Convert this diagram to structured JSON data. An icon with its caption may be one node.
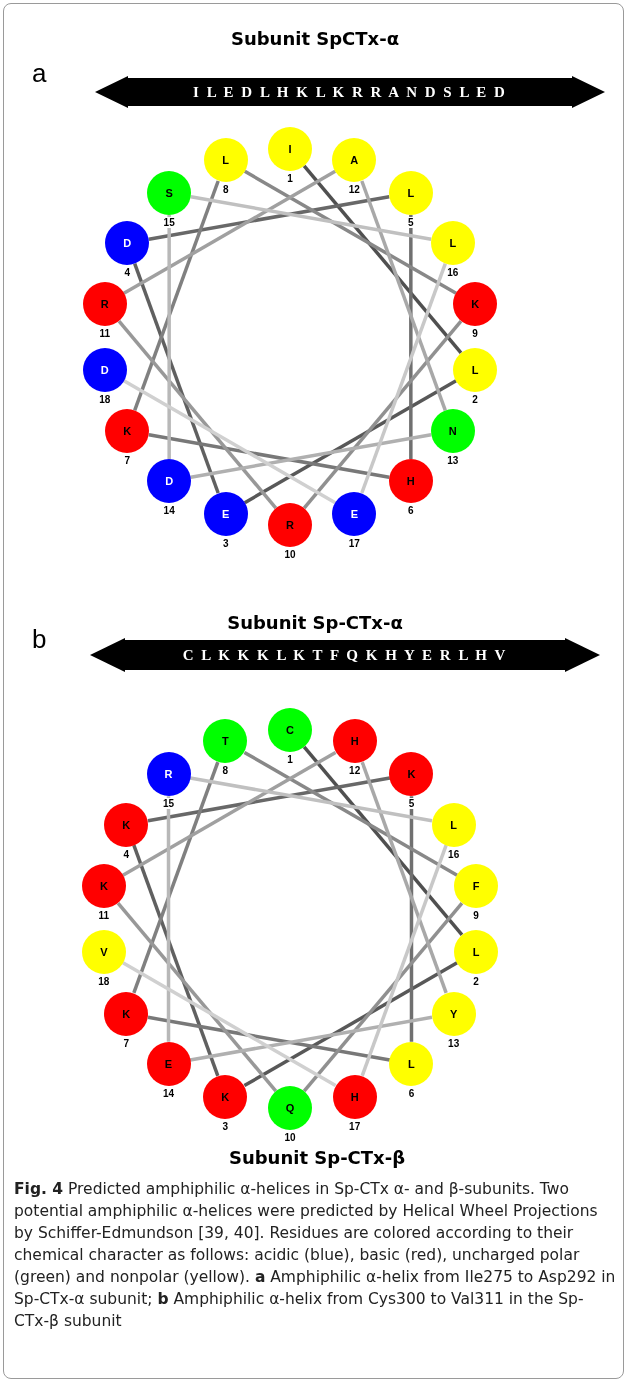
{
  "diagram": {
    "caption": "**Fig. 4** Predicted amphiphilic α-helices in Sp-CTx α- and β-subunits. Two potential amphiphilic α-helices were predicted by Helical Wheel Projections by Schiffer-Edmundson [39, 40]. Residues are colored according to their chemical character as follows: acidic (blue), basic (red), uncharged polar (green) and nonpolar (yellow). **a** Amphiphilic α-helix from Ile275 to Asp292 in Sp-CTx-α subunit; **b** Amphiphilic α-helix from Cys300 to Val311 in the Sp-CTx-β subunit",
    "nodes": [
      {
        "text": [
          "I L E D L H K L K R R A N D S L E D"
        ]
      },
      {
        "text": [
          "I"
        ],
        "beside": [
          "1"
        ]
      },
      {
        "text": [
          "L"
        ],
        "beside": [
          "2"
        ]
      },
      {
        "text": [
          "E"
        ],
        "beside": [
          "3"
        ]
      },
      {
        "text": [
          "D"
        ],
        "beside": [
          "4"
        ]
      },
      {
        "text": [
          "L"
        ],
        "beside": [
          "5"
        ]
      },
      {
        "text": [
          "H"
        ],
        "beside": [
          "6"
        ]
      },
      {
        "text": [
          "K"
        ],
        "beside": [
          "7"
        ]
      },
      {
        "text": [
          "L"
        ],
        "beside": [
          "8"
        ]
      },
      {
        "text": [
          "K"
        ],
        "beside": [
          "9"
        ]
      },
      {
        "text": [
          "R"
        ],
        "beside": [
          "10"
        ]
      },
      {
        "text": [
          "R"
        ],
        "beside": [
          "11"
        ]
      },
      {
        "text": [
          "A"
        ],
        "beside": [
          "12"
        ]
      },
      {
        "text": [
          "N"
        ],
        "beside": [
          "13"
        ]
      },
      {
        "text": [
          "D"
        ],
        "beside": [
          "14"
        ]
      },
      {
        "text": [
          "S"
        ],
        "beside": [
          "15"
        ]
      },
      {
        "text": [
          "L"
        ],
        "beside": [
          "16"
        ]
      },
      {
        "text": [
          "E"
        ],
        "beside": [
          "17"
        ]
      },
      {
        "text": [
          "D"
        ],
        "beside": [
          "18"
        ]
      },
      {
        "text": [
          "C L K K K L K T F Q K H Y E R L H V"
        ]
      },
      {
        "text": [
          "C"
        ],
        "beside": [
          "1"
        ]
      },
      {
        "text": [
          "L"
        ],
        "beside": [
          "2"
        ]
      },
      {
        "text": [
          "K"
        ],
        "beside": [
          "3"
        ]
      },
      {
        "text": [
          "K"
        ],
        "beside": [
          "4"
        ]
      },
      {
        "text": [
          "K"
        ],
        "beside": [
          "5"
        ]
      },
      {
        "text": [
          "L"
        ],
        "beside": [
          "6"
        ]
      },
      {
        "text": [
          "K"
        ],
        "beside": [
          "7"
        ]
      },
      {
        "text": [
          "T"
        ],
        "beside": [
          "8"
        ]
      },
      {
        "text": [
          "F"
        ],
        "beside": [
          "9"
        ]
      },
      {
        "text": [
          "Q"
        ],
        "beside": [
          "10"
        ]
      },
      {
        "text": [
          "K"
        ],
        "beside": [
          "11"
        ]
      },
      {
        "text": [
          "H"
        ],
        "beside": [
          "12"
        ]
      },
      {
        "text": [
          "Y"
        ],
        "beside": [
          "13"
        ]
      },
      {
        "text": [
          "E"
        ],
        "beside": [
          "14"
        ]
      },
      {
        "text": [
          "R"
        ],
        "beside": [
          "15"
        ]
      },
      {
        "text": [
          "L"
        ],
        "beside": [
          "16"
        ]
      },
      {
        "text": [
          "H"
        ],
        "beside": [
          "17"
        ]
      },
      {
        "text": [
          "V"
        ],
        "beside": [
          "18"
        ]
      }
    ],
    "edges": [
      {
        "from": 1,
        "to": 2,
        "arrow": "none",
        "color": "#505050"
      },
      {
        "from": 2,
        "to": 3,
        "arrow": "none",
        "color": "#585858"
      },
      {
        "from": 3,
        "to": 4,
        "arrow": "none",
        "color": "#606060"
      },
      {
        "from": 4,
        "to": 5,
        "arrow": "none",
        "color": "#686868"
      },
      {
        "from": 5,
        "to": 6,
        "arrow": "none",
        "color": "#707070"
      },
      {
        "from": 6,
        "to": 7,
        "arrow": "none",
        "color": "#787878"
      },
      {
        "from": 7,
        "to": 8,
        "arrow": "none",
        "color": "#808080"
      },
      {
        "from": 8,
        "to": 9,
        "arrow": "none",
        "color": "#888888"
      },
      {
        "from": 9,
        "to": 10,
        "arrow": "none",
        "color": "#909090"
      },
      {
        "from": 10,
        "to": 11,
        "arrow": "none",
        "color": "#989898"
      },
      {
        "from": 11,
        "to": 12,
        "arrow": "none",
        "color": "#a0a0a0"
      },
      {
        "from": 12,
        "to": 13,
        "arrow": "none",
        "color": "#a8a8a8"
      },
      {
        "from": 13,
        "to": 14,
        "arrow": "none",
        "color": "#b0b0b0"
      },
      {
        "from": 14,
        "to": 15,
        "arrow": "none",
        "color": "#b8b8b8"
      },
      {
        "from": 15,
        "to": 16,
        "arrow": "none",
        "color": "#c0c0c0"
      },
      {
        "from": 16,
        "to": 17,
        "arrow": "none",
        "color": "#c8c8c8"
      },
      {
        "from": 17,
        "to": 18,
        "arrow": "none",
        "color": "#d0d0d0"
      },
      {
        "from": 20,
        "to": 21,
        "arrow": "none",
        "color": "#505050"
      },
      {
        "from": 21,
        "to": 22,
        "arrow": "none",
        "color": "#585858"
      },
      {
        "from": 22,
        "to": 23,
        "arrow": "none",
        "color": "#606060"
      },
      {
        "from": 23,
        "to": 24,
        "arrow": "none",
        "color": "#686868"
      },
      {
        "from": 24,
        "to": 25,
        "arrow": "none",
        "color": "#707070"
      },
      {
        "from": 25,
        "to": 26,
        "arrow": "none",
        "color": "#787878"
      },
      {
        "from": 26,
        "to": 27,
        "arrow": "none",
        "color": "#808080"
      },
      {
        "from": 27,
        "to": 28,
        "arrow": "none",
        "color": "#888888"
      },
      {
        "from": 28,
        "to": 29,
        "arrow": "none",
        "color": "#909090"
      },
      {
        "from": 29,
        "to": 30,
        "arrow": "none",
        "color": "#989898"
      },
      {
        "from": 30,
        "to": 31,
        "arrow": "none",
        "color": "#a0a0a0"
      },
      {
        "from": 31,
        "to": 32,
        "arrow": "none",
        "color": "#a8a8a8"
      },
      {
        "from": 32,
        "to": 33,
        "arrow": "none",
        "color": "#b0b0b0"
      },
      {
        "from": 33,
        "to": 34,
        "arrow": "none",
        "color": "#b8b8b8"
      },
      {
        "from": 34,
        "to": 35,
        "arrow": "none",
        "color": "#c0c0c0"
      },
      {
        "from": 35,
        "to": 36,
        "arrow": "none",
        "color": "#c8c8c8"
      },
      {
        "from": 36,
        "to": 37,
        "arrow": "none",
        "color": "#d0d0d0"
      }
    ],
    "labels": [
      "Subunit SpCTx-α",
      "a",
      "Subunit Sp-CTx-α",
      "b",
      "Subunit Sp-CTx-β"
    ]
  }
}
